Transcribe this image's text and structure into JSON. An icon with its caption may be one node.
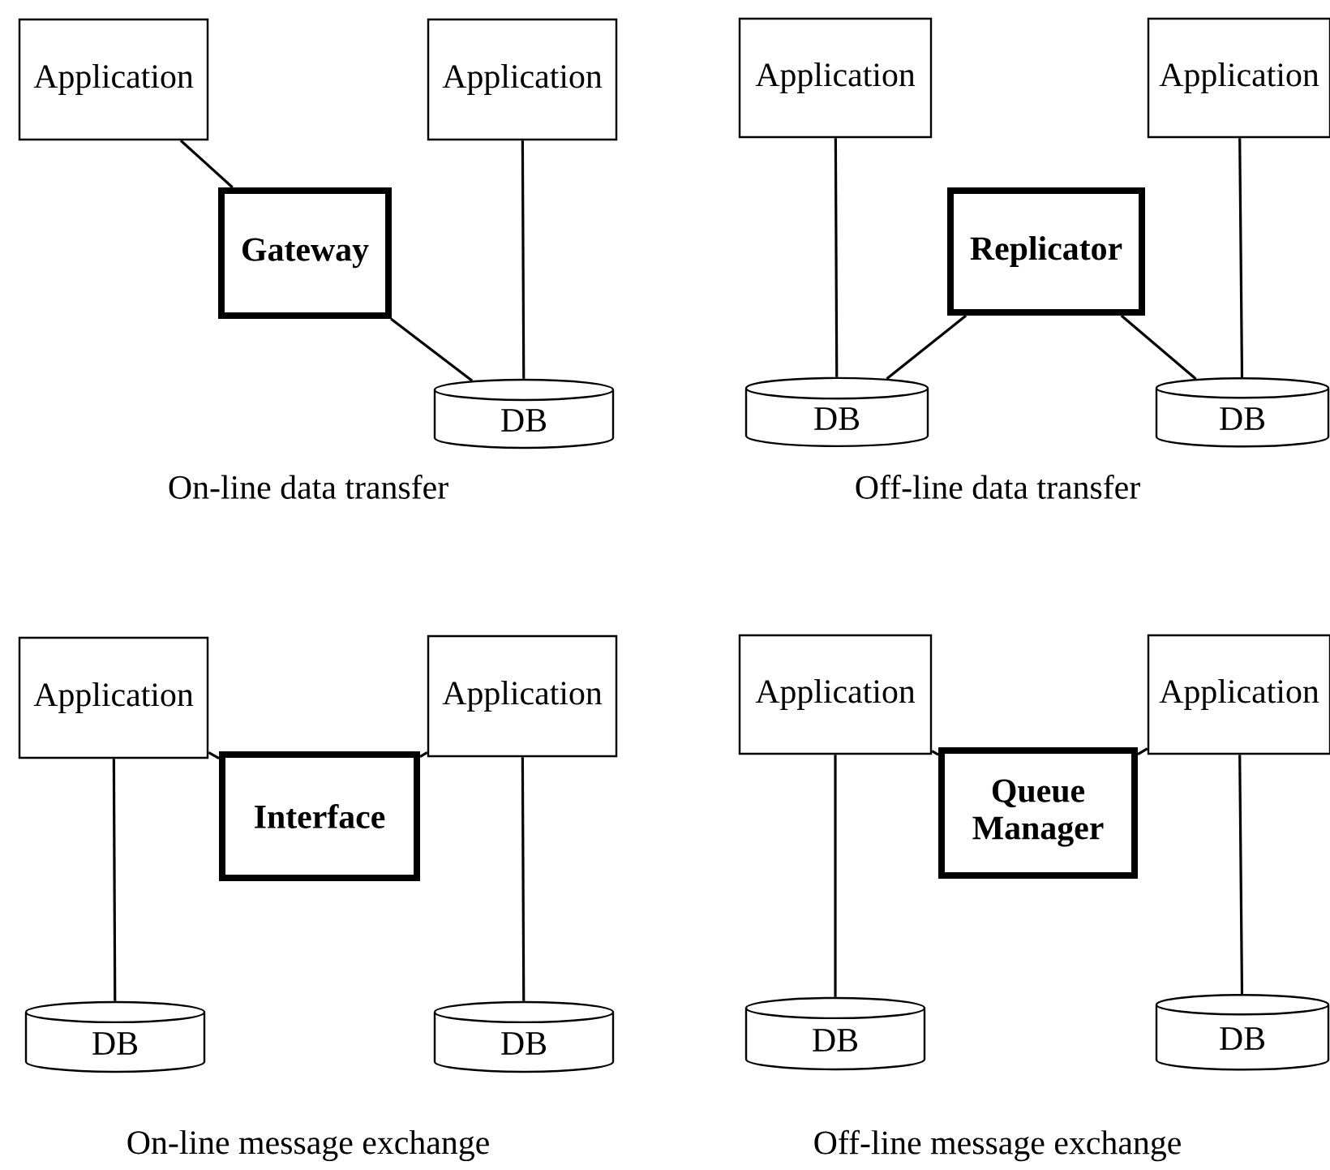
{
  "diagram": {
    "nodes": [
      {
        "text": [
          "Application"
        ]
      },
      {
        "text": [
          "Application"
        ]
      },
      {
        "text": [
          "Gateway"
        ]
      },
      {
        "text": [
          "DB"
        ]
      },
      {
        "text": [
          "Application"
        ]
      },
      {
        "text": [
          "Application"
        ]
      },
      {
        "text": [
          "Replicator"
        ]
      },
      {
        "text": [
          "DB"
        ]
      },
      {
        "text": [
          "DB"
        ]
      },
      {
        "text": [
          "Application"
        ]
      },
      {
        "text": [
          "Application"
        ]
      },
      {
        "text": [
          "Interface"
        ]
      },
      {
        "text": [
          "DB"
        ]
      },
      {
        "text": [
          "DB"
        ]
      },
      {
        "text": [
          "Application"
        ]
      },
      {
        "text": [
          "Application"
        ]
      },
      {
        "text": [
          "Queue Manager"
        ]
      },
      {
        "text": [
          "DB"
        ]
      },
      {
        "text": [
          "DB"
        ]
      }
    ],
    "edges": [
      {
        "from": 0,
        "to": 2,
        "arrow": "none"
      },
      {
        "from": 2,
        "to": 3,
        "arrow": "none"
      },
      {
        "from": 1,
        "to": 3,
        "arrow": "none"
      },
      {
        "from": 4,
        "to": 7,
        "arrow": "none"
      },
      {
        "from": 6,
        "to": 7,
        "arrow": "none"
      },
      {
        "from": 6,
        "to": 8,
        "arrow": "none"
      },
      {
        "from": 5,
        "to": 8,
        "arrow": "none"
      },
      {
        "from": 9,
        "to": 11,
        "arrow": "none"
      },
      {
        "from": 10,
        "to": 11,
        "arrow": "none"
      },
      {
        "from": 9,
        "to": 12,
        "arrow": "none"
      },
      {
        "from": 10,
        "to": 13,
        "arrow": "none"
      },
      {
        "from": 14,
        "to": 16,
        "arrow": "none"
      },
      {
        "from": 15,
        "to": 16,
        "arrow": "none"
      },
      {
        "from": 14,
        "to": 17,
        "arrow": "none"
      },
      {
        "from": 15,
        "to": 18,
        "arrow": "none"
      }
    ],
    "labels": [
      "On-line data transfer",
      "Off-line data transfer",
      "On-line message exchange",
      "Off-line message exchange"
    ]
  }
}
